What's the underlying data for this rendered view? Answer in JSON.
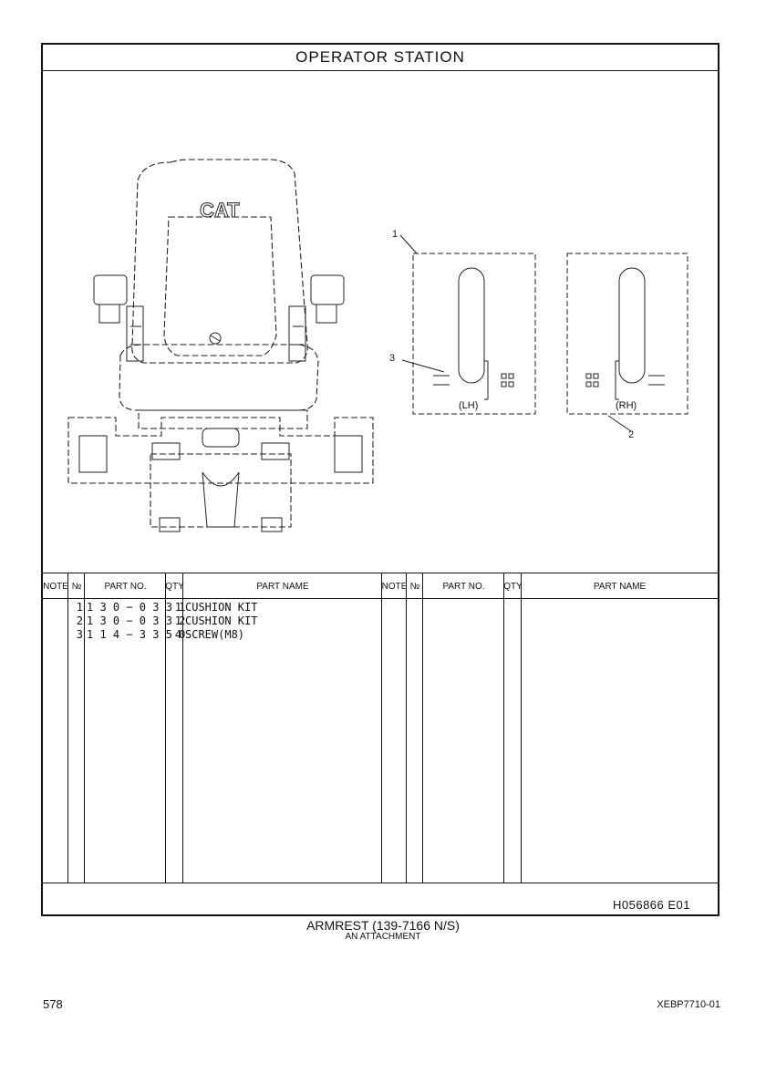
{
  "title": "OPERATOR STATION",
  "illustration": {
    "callouts": [
      "1",
      "2",
      "3"
    ],
    "view_labels": [
      "(LH)",
      "(RH)"
    ],
    "logo_text": "CAT"
  },
  "table": {
    "headers": [
      "NOTE",
      "№",
      "PART NO.",
      "QTY",
      "PART NAME",
      "NOTE",
      "№",
      "PART NO.",
      "QTY",
      "PART NAME"
    ],
    "rows": [
      {
        "no": "1",
        "part_no": "1 3 0 − 0 3 3 1",
        "qty": "1",
        "name": "CUSHION KIT"
      },
      {
        "no": "2",
        "part_no": "1 3 0 − 0 3 3 2",
        "qty": "1",
        "name": "CUSHION KIT"
      },
      {
        "no": "3",
        "part_no": "1 1 4 − 3 3 5 0",
        "qty": "4",
        "name": "SCREW(M8)"
      }
    ]
  },
  "drawing_no": "H056866  E01",
  "caption": "ARMREST (139-7166 N/S)",
  "sub_caption": "AN ATTACHMENT",
  "page_number": "578",
  "book_number": "XEBP7710-01"
}
